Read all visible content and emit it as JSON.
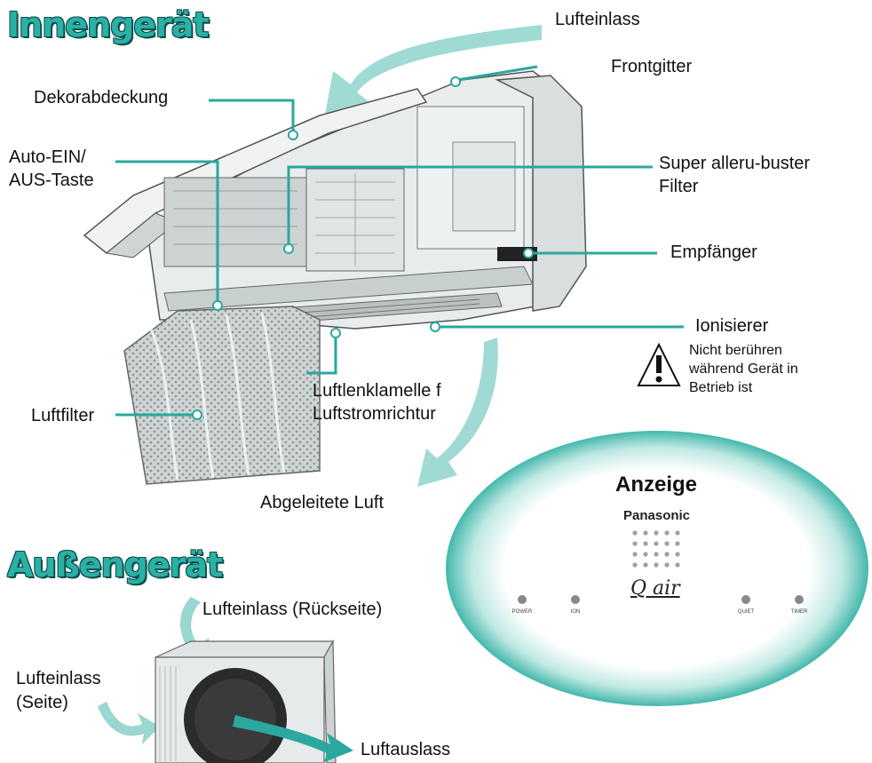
{
  "indoor": {
    "title": "Innengerät",
    "labels": {
      "lufteinlass": "Lufteinlass",
      "frontgitter": "Frontgitter",
      "dekorabdeckung": "Dekorabdeckung",
      "auto_ein_aus_1": "Auto-EIN/",
      "auto_ein_aus_2": "AUS-Taste",
      "filter_1": "Super alleru-buster",
      "filter_2": "Filter",
      "empfaenger": "Empfänger",
      "ionisierer": "Ionisierer",
      "luftlenk_1": "Luftlenklamelle f",
      "luftlenk_2": "Luftstromrichtur",
      "luftfilter": "Luftfilter",
      "abgeleitete_luft": "Abgeleitete Luft"
    },
    "warning": {
      "line1": "Nicht berühren",
      "line2": "während Gerät in",
      "line3": "Betrieb ist"
    }
  },
  "display": {
    "title": "Anzeige",
    "brand": "Panasonic",
    "logo": "Q air",
    "indicators": [
      "POWER",
      "ION",
      "QUIET",
      "TIMER"
    ]
  },
  "outdoor": {
    "title": "Außengerät",
    "labels": {
      "lufteinlass_rueck": "Lufteinlass (Rückseite)",
      "lufteinlass_seite_1": "Lufteinlass",
      "lufteinlass_seite_2": "(Seite)",
      "luftauslass": "Luftauslass"
    }
  },
  "colors": {
    "accent": "#2aa89e",
    "title_fill": "#2bb0a6",
    "title_outline": "#0d4f4a",
    "arrow": "#8fd3cc"
  }
}
